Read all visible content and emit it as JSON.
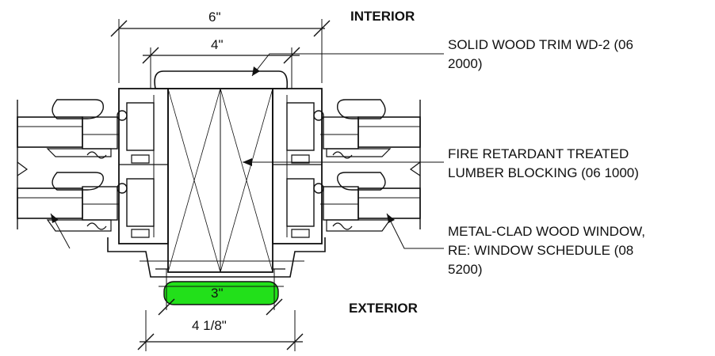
{
  "labels": {
    "interior": "INTERIOR",
    "exterior": "EXTERIOR"
  },
  "dimensions": {
    "overall_width": "6\"",
    "trim_width": "4\"",
    "highlight_width": "3\"",
    "sill_width": "4 1/8\""
  },
  "callouts": {
    "trim_line1": "SOLID WOOD TRIM WD-2 (06",
    "trim_line2": "2000)",
    "blocking_line1": "FIRE RETARDANT TREATED",
    "blocking_line2": "LUMBER BLOCKING (06 1000)",
    "window_line1": "METAL-CLAD WOOD WINDOW,",
    "window_line2": "RE: WINDOW SCHEDULE (08",
    "window_line3": "5200)"
  },
  "colors": {
    "highlight": "#22e01a",
    "linework": "#111111"
  }
}
